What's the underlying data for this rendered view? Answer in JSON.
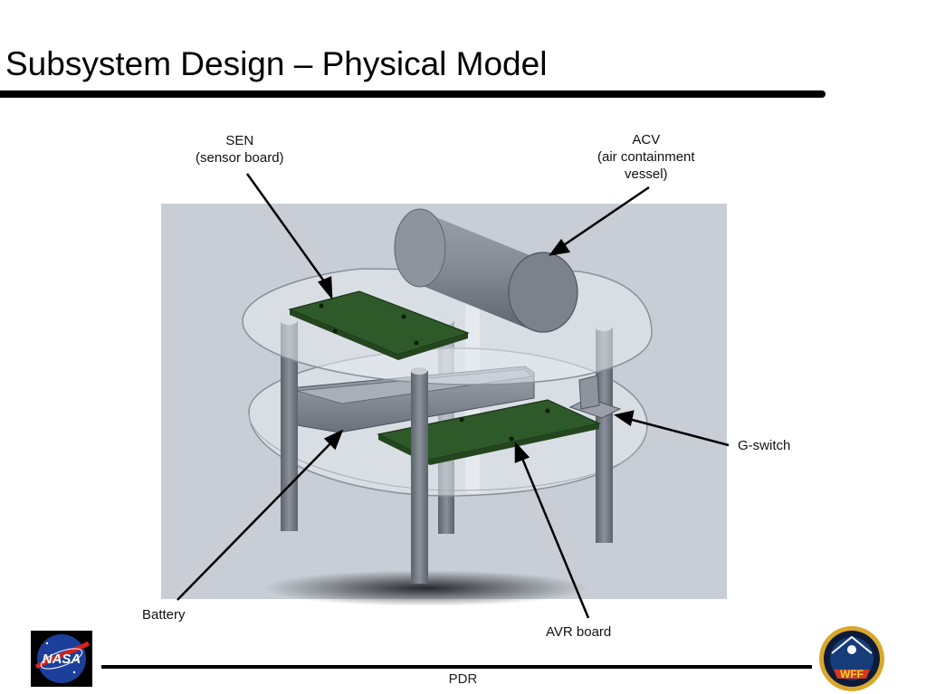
{
  "slide": {
    "title": "Subsystem Design – Physical Model",
    "footer": "PDR"
  },
  "callouts": {
    "sen": {
      "line1": "SEN",
      "line2": "(sensor board)"
    },
    "acv": {
      "line1": "ACV",
      "line2": "(air containment",
      "line3": "vessel)"
    },
    "gswitch": {
      "line1": "G-switch"
    },
    "battery": {
      "line1": "Battery"
    },
    "avr": {
      "line1": "AVR board"
    }
  },
  "logos": {
    "left": {
      "text": "NASA"
    },
    "right": {
      "text": "WFF"
    }
  },
  "colors": {
    "board_green": "#2e5a2a",
    "render_bg": "#c9ced6",
    "rod_gray": "#6c737e",
    "plate_fill": "#e6ebf0"
  }
}
